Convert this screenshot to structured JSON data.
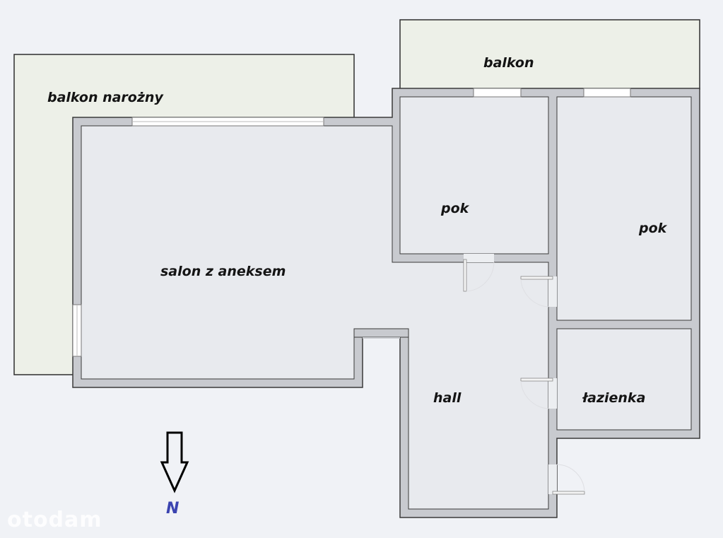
{
  "floor_plan": {
    "rooms": {
      "balkon_narozny": "balkon narożny",
      "balkon": "balkon",
      "salon": "salon z aneksem",
      "pok_left": "pok",
      "pok_right": "pok",
      "hall": "hall",
      "lazienka": "łazienka"
    },
    "compass": {
      "label": "N",
      "direction": "down"
    },
    "colors": {
      "background": "#f0f2f6",
      "balcony_fill": "#edf0e8",
      "room_fill": "#e8eaee",
      "wall_fill": "#c8cacf",
      "wall_outline": "#3a3a3a",
      "window_fill": "#ffffff",
      "north_label": "#3b44b0"
    }
  },
  "watermark": "otodam"
}
